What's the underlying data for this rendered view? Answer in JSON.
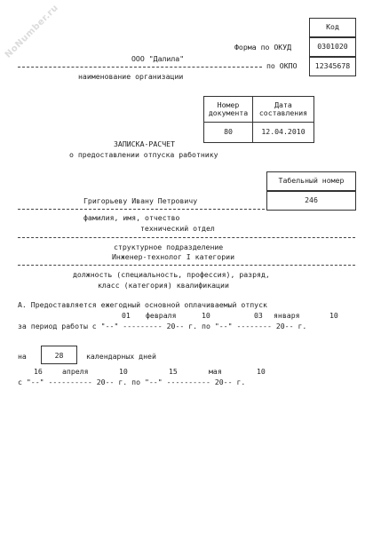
{
  "watermark": "NoNumber.ru",
  "codes": {
    "header": "Код",
    "okud_label": "Форма по ОКУД",
    "okud_value": "0301020",
    "okpo_label": "по ОКПО",
    "okpo_value": "12345678"
  },
  "org": {
    "name": "ООО \"Далила\"",
    "caption": "наименование организации"
  },
  "doc_table": {
    "col1_header": "Номер\nдокумента",
    "col2_header": "Дата\nсоставления",
    "number": "80",
    "date": "12.04.2010"
  },
  "title": {
    "line1": "ЗАПИСКА-РАСЧЕТ",
    "line2": "о предоставлении отпуска работнику"
  },
  "tab_number": {
    "header": "Табельный номер",
    "value": "246"
  },
  "employee": {
    "fio": "Григорьеву Ивану Петровичу",
    "fio_caption": "фамилия, имя, отчество",
    "department": "технический отдел",
    "department_caption": "структурное подразделение",
    "position": "Инженер-технолог I категории",
    "position_caption_line1": "должность (специальность, профессия), разряд,",
    "position_caption_line2": "класс (категория) квалификации"
  },
  "section_a": {
    "heading": "А. Предоставляется ежегодный основной оплачиваемый отпуск",
    "period_prefix": "за период работы с",
    "from_day": "01",
    "from_month": "февраля",
    "from_year": "10",
    "to_day": "03",
    "to_month": "января",
    "to_year": "10",
    "on_label": "на",
    "days": "28",
    "days_label": "календарных дней",
    "vac_from_day": "16",
    "vac_from_month": "апреля",
    "vac_from_year": "10",
    "vac_to_day": "15",
    "vac_to_month": "мая",
    "vac_to_year": "10"
  },
  "form_lines": {
    "period_line": "за период работы с \"--\" --------- 20-- г. по \"--\" -------- 20-- г.",
    "vac_line": "с \"--\" ---------- 20-- г. по \"--\" ---------- 20-- г."
  }
}
